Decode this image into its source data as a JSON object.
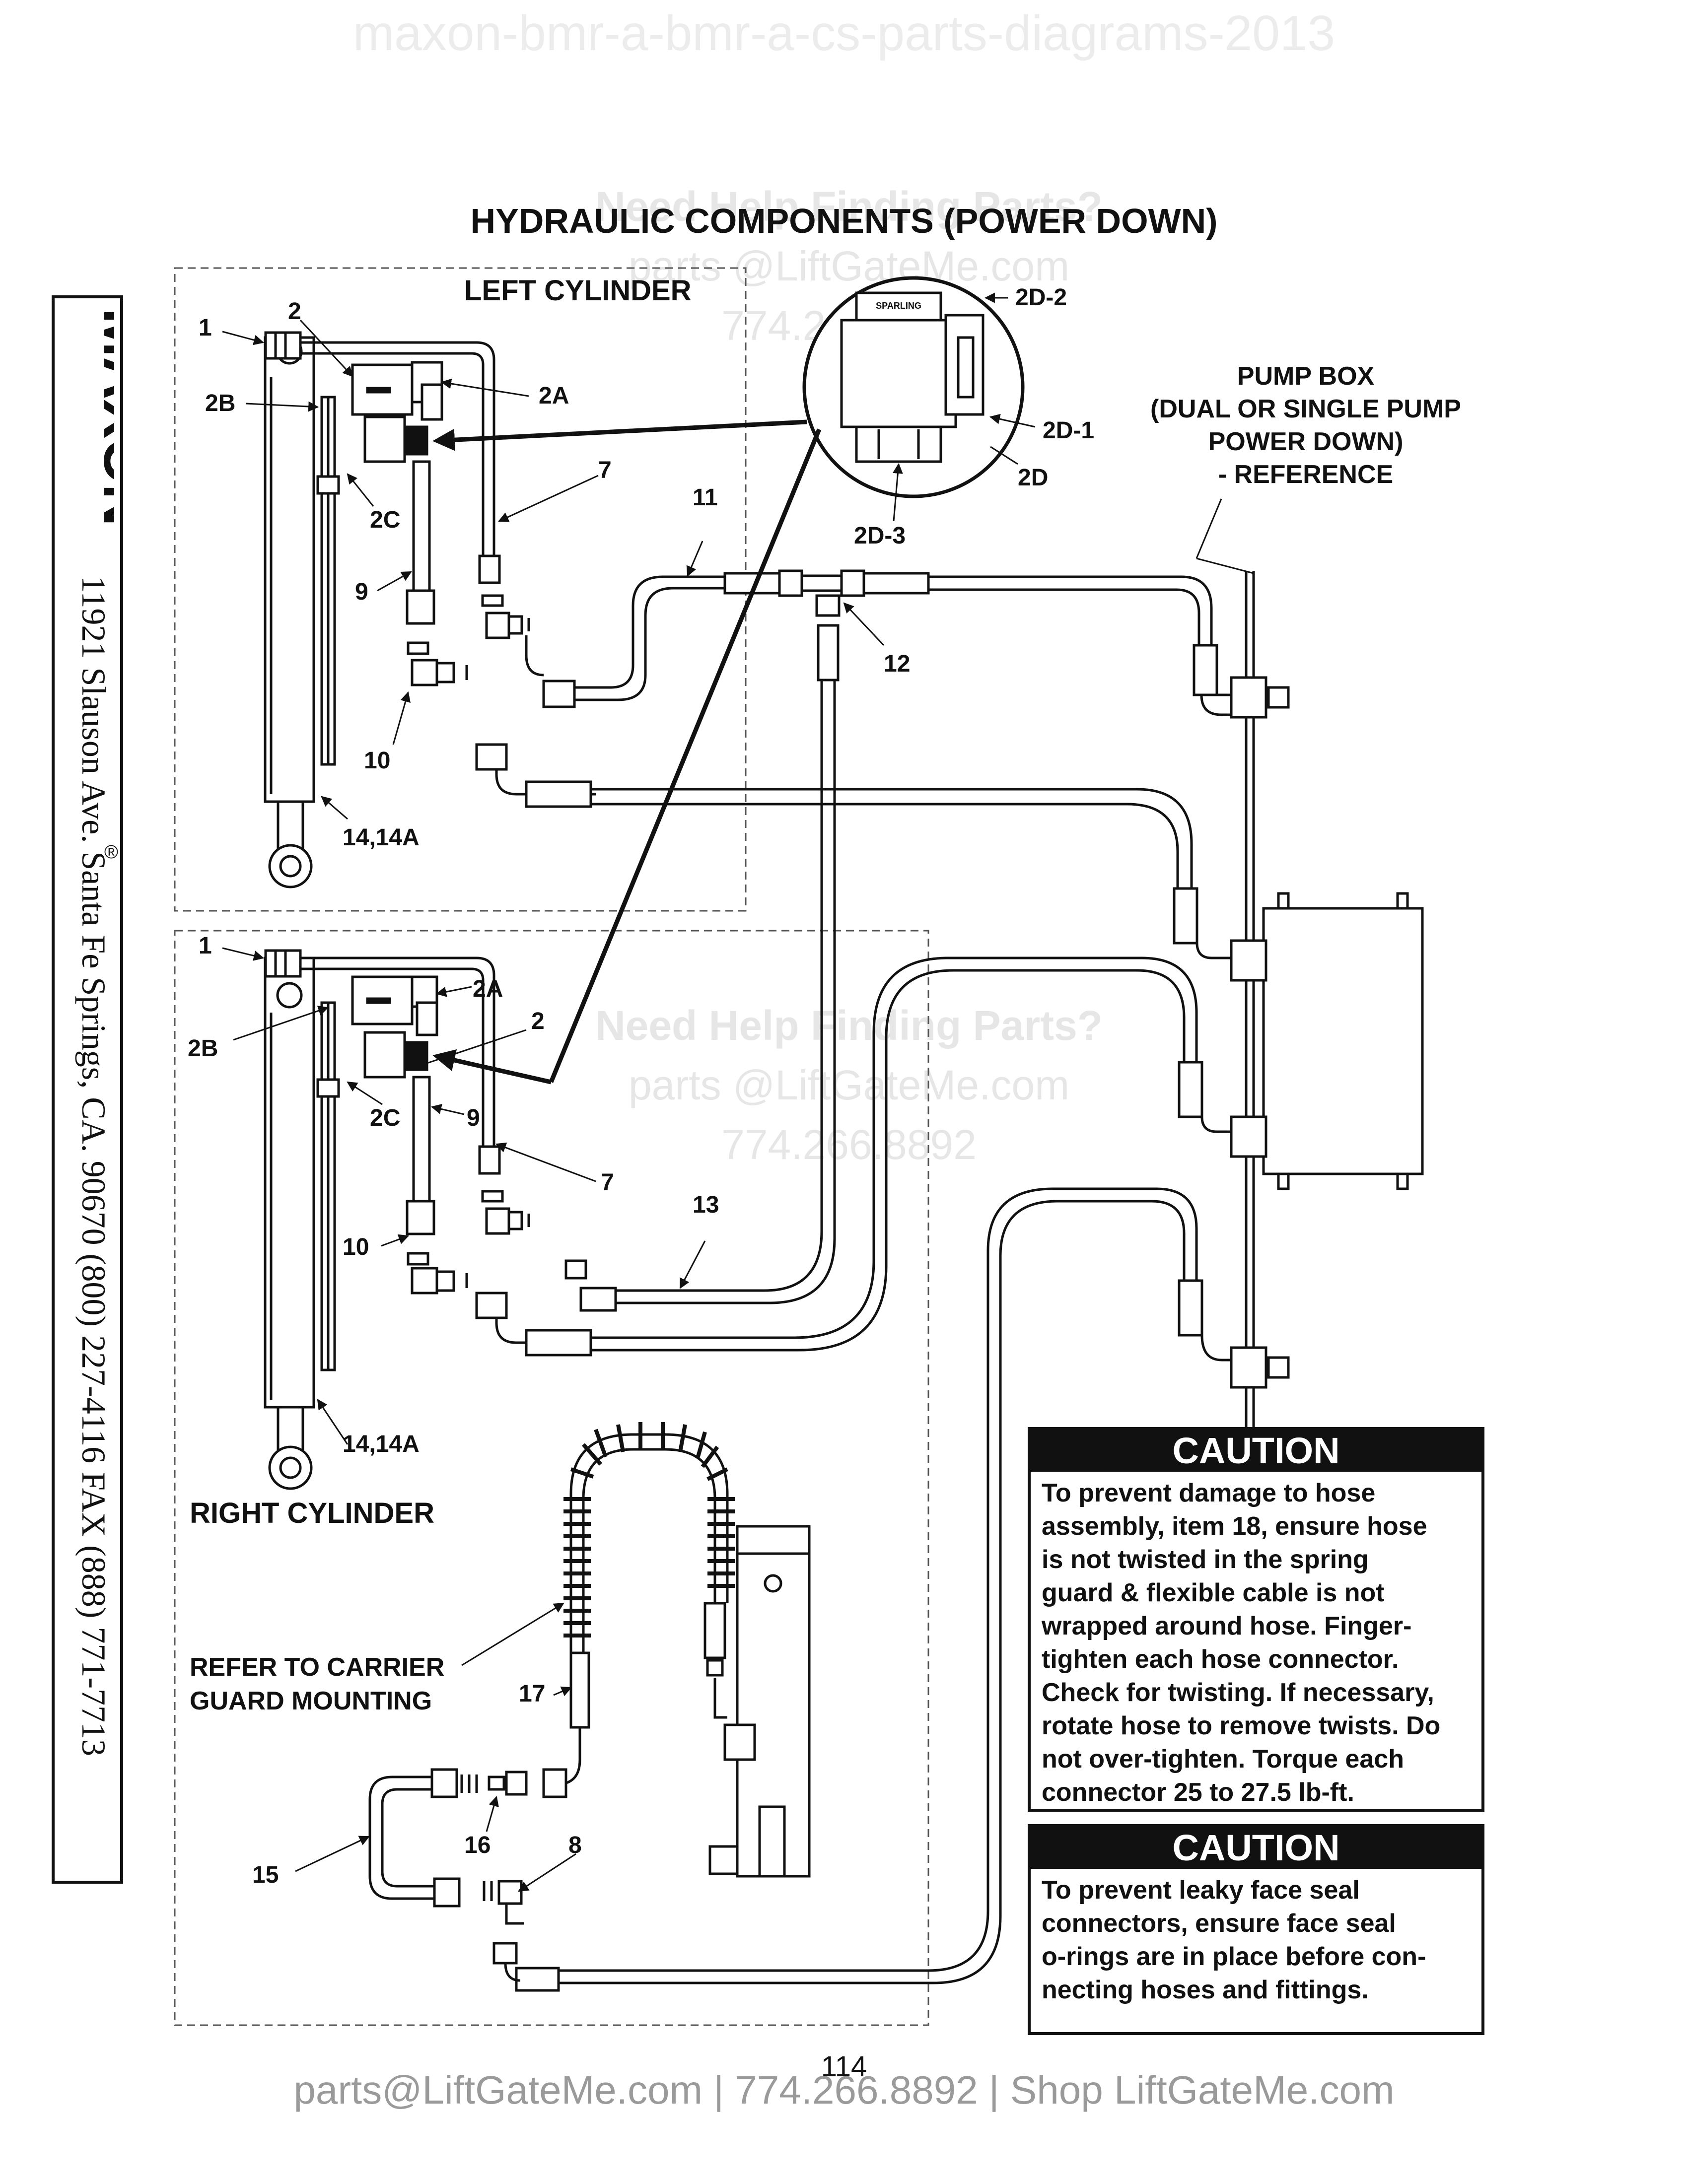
{
  "watermark_top": "maxon-bmr-a-bmr-a-cs-parts-diagrams-2013",
  "title": "HYDRAULIC COMPONENTS (POWER DOWN)",
  "brand": {
    "logo_text": "MAXON",
    "registered": "®",
    "address": "11921 Slauson Ave.  Santa Fe Springs, CA.  90670  (800) 227-4116  FAX (888) 771-7713"
  },
  "watermark_mid": {
    "line1": "Need Help Finding Parts?",
    "line2": "parts @LiftGateMe.com",
    "line3": "774.266.8892"
  },
  "labels": {
    "left_cylinder": "LEFT CYLINDER",
    "right_cylinder": "RIGHT CYLINDER",
    "pump_box": [
      "PUMP BOX",
      "(DUAL OR SINGLE PUMP",
      "POWER DOWN)",
      "- REFERENCE"
    ],
    "carrier_guard": [
      "REFER TO CARRIER",
      "GUARD MOUNTING"
    ],
    "valve_stamp": "SPARLING"
  },
  "callouts": {
    "c1a": "1",
    "c2a": "2",
    "c2Aa": "2A",
    "c2Ba": "2B",
    "c2Ca": "2C",
    "c7a": "7",
    "c9a": "9",
    "c10a": "10",
    "c14a": "14,14A",
    "c11": "11",
    "c12": "12",
    "c2D2": "2D-2",
    "c2D1": "2D-1",
    "c2D": "2D",
    "c2D3": "2D-3",
    "c1b": "1",
    "c2Ab": "2A",
    "c2Bb": "2B",
    "c2b": "2",
    "c2Cb": "2C",
    "c9b": "9",
    "c7b": "7",
    "c10b": "10",
    "c13": "13",
    "c14b": "14,14A",
    "c17": "17",
    "c16": "16",
    "c15": "15",
    "c8": "8"
  },
  "cautions": [
    {
      "heading": "CAUTION",
      "text": "To prevent damage to hose\nassembly, item 18, ensure hose\nis not twisted in the spring\nguard & flexible cable is not\nwrapped around hose. Finger-\ntighten each hose connector.\nCheck for twisting. If necessary,\nrotate hose to remove twists. Do\nnot over-tighten. Torque each\nconnector 25 to 27.5 lb-ft."
    },
    {
      "heading": "CAUTION",
      "text": "To prevent leaky face seal\nconnectors, ensure face seal\no-rings are in place before con-\nnecting hoses and fittings."
    }
  ],
  "page_number": "114",
  "footer": "parts@LiftGateMe.com | 774.266.8892 | Shop LiftGateMe.com"
}
